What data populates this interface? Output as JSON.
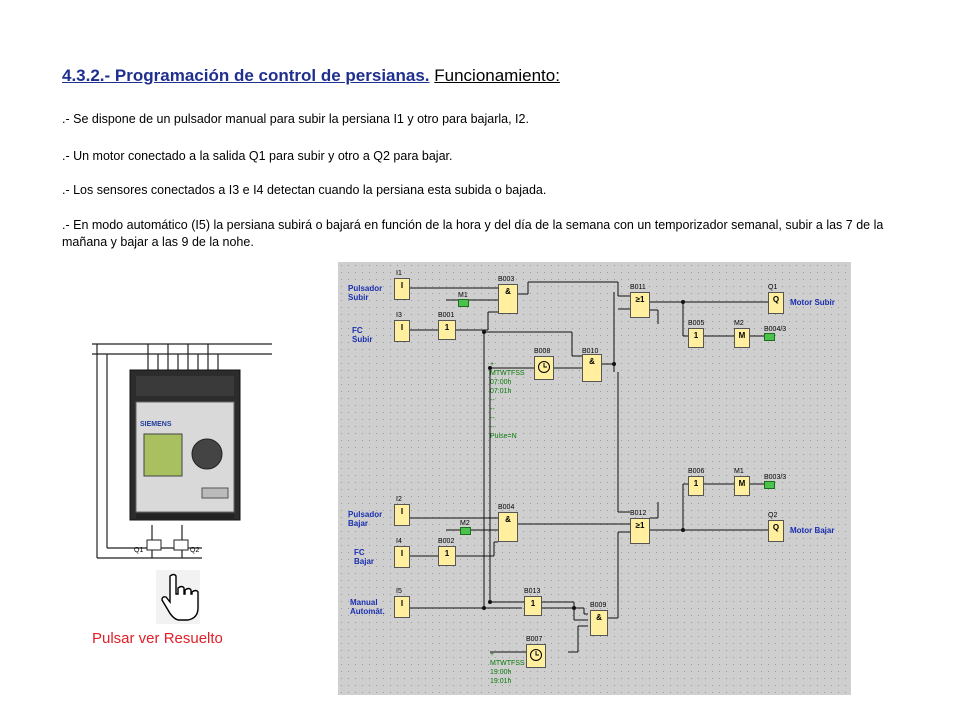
{
  "title": {
    "main": "4.3.2.- Programación de control de persianas.",
    "sub": "Funcionamiento:"
  },
  "paragraphs": [
    ".- Se dispone de un pulsador manual para subir la persiana I1  y otro para bajarla, I2.",
    ".- Un motor conectado a la salida Q1 para subir y otro a Q2 para bajar.",
    ".- Los sensores  conectados a I3 e I4 detectan cuando la persiana esta subida  o bajada.",
    ".- En modo automático (I5) la persiana subirá o bajará en función de la hora y del día de la semana con un temporizador semanal, subir a las 7 de la mañana y  bajar a las 9 de la nohe."
  ],
  "diagram": {
    "input_labels": {
      "pulsador_subir": [
        "Pulsador",
        "Subir"
      ],
      "fc_subir": [
        "FC",
        "Subir"
      ],
      "pulsador_bajar": [
        "Pulsador",
        "Bajar"
      ],
      "fc_bajar": [
        "FC",
        "Bajar"
      ],
      "manual": [
        "Manual",
        "Automát."
      ]
    },
    "inputs": {
      "i1": "I1",
      "i3": "I3",
      "i2": "I2",
      "i4": "I4",
      "i5": "I5"
    },
    "block_names": {
      "b003": "B003",
      "b001": "B001",
      "b011": "B011",
      "b005": "B005",
      "b008": "B008",
      "b010": "B010",
      "b006": "B006",
      "b004": "B004",
      "b002": "B002",
      "b012": "B012",
      "b013": "B013",
      "b009": "B009",
      "b007": "B007",
      "q1": "Q1",
      "q2": "Q2",
      "m1a": "M1",
      "m2a": "M2",
      "m1b": "M1",
      "m2b": "M2"
    },
    "block_symbols": {
      "input": "I",
      "and": "&",
      "not": "1",
      "or": "≥1",
      "q": "Q",
      "m": "M"
    },
    "flags": {
      "b004_3": "B004/3",
      "b003_3": "B003/3"
    },
    "outputs": {
      "motor_subir": "Motor Subir",
      "motor_bajar": "Motor Bajar"
    },
    "timer1": [
      "+",
      "MTWTFSS",
      "07:00h",
      "07:01h",
      "--",
      "--",
      "--",
      "--",
      "Pulse=N"
    ],
    "timer2": [
      "+",
      "MTWTFSS",
      "19:00h",
      "19:01h"
    ]
  },
  "plc": {
    "brand": "SIEMENS",
    "q1": "Q1",
    "q2": "Q2"
  },
  "link": {
    "label": "Pulsar ver Resuelto"
  },
  "colors": {
    "title_blue": "#1f2f8f",
    "label_blue": "#1a2fb0",
    "link_red": "#e0202a",
    "block_yellow": "#ffef9e",
    "timer_green": "#0a7a0a"
  }
}
